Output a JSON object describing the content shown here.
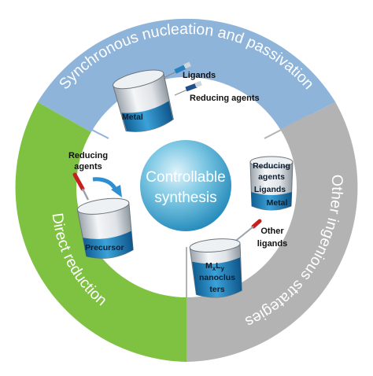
{
  "center": {
    "line1": "Controllable",
    "line2": "synthesis"
  },
  "segments": {
    "top": "Synchronous nucleation and passivation",
    "left": "Direct reduction",
    "right": "Other ingenious strategies"
  },
  "labels": {
    "ligands": "Ligands",
    "reducing_agents": "Reducing agents",
    "reducing": "Reducing",
    "agents": "agents",
    "other": "Other",
    "ligands_lower": "ligands"
  },
  "beakers": {
    "metal": "Metal",
    "precursor": "Precursor",
    "right_top": {
      "line1": "Reducing",
      "line2": "agents",
      "line3": "Ligands",
      "line4": "Metal"
    },
    "nanocluster": {
      "m": "M",
      "x": "x",
      "l": "L",
      "y": "y",
      "line2": "nanoclus",
      "line3": "ters"
    }
  },
  "colors": {
    "top_segment": "#8fb4d9",
    "left_segment": "#7fc241",
    "right_segment": "#b3b3b3",
    "center_sphere": "#4aaed1",
    "liquid": "#2d8fc9"
  }
}
